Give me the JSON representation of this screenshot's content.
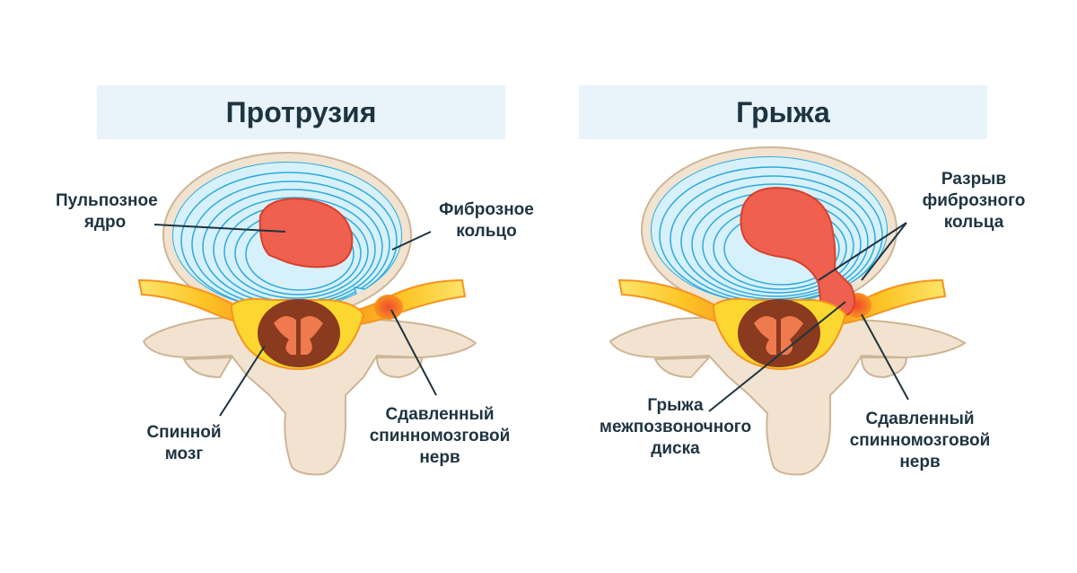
{
  "left": {
    "title": "Протрузия",
    "labels": {
      "nucleus": [
        "Пульпозное",
        "ядро"
      ],
      "annulus": [
        "Фиброзное",
        "кольцо"
      ],
      "spinal_cord": [
        "Спинной",
        "мозг"
      ],
      "nerve": [
        "Сдавленный",
        "спинномозговой",
        "нерв"
      ]
    }
  },
  "right": {
    "title": "Грыжа",
    "labels": {
      "rupture": [
        "Разрыв",
        "фиброзного",
        "кольца"
      ],
      "hernia": [
        "Грыжа",
        "межпозвоночного",
        "диска"
      ],
      "nerve": [
        "Сдавленный",
        "спинномозговой",
        "нерв"
      ]
    }
  },
  "colors": {
    "title_bg": "#e8f4fa",
    "text": "#1e3440",
    "bone": "#f1e3cf",
    "bone_outline": "#cdb596",
    "disc_fill": "#d6f1fb",
    "disc_rings": "#2ea9dc",
    "nucleus": "#f0604f",
    "nerve_yellow": "#fcd72f",
    "nerve_orange": "#f7931e",
    "cord_brown": "#8a3a1e",
    "cord_grey": "#ee7a4d",
    "leader_line": "#1e3440"
  }
}
